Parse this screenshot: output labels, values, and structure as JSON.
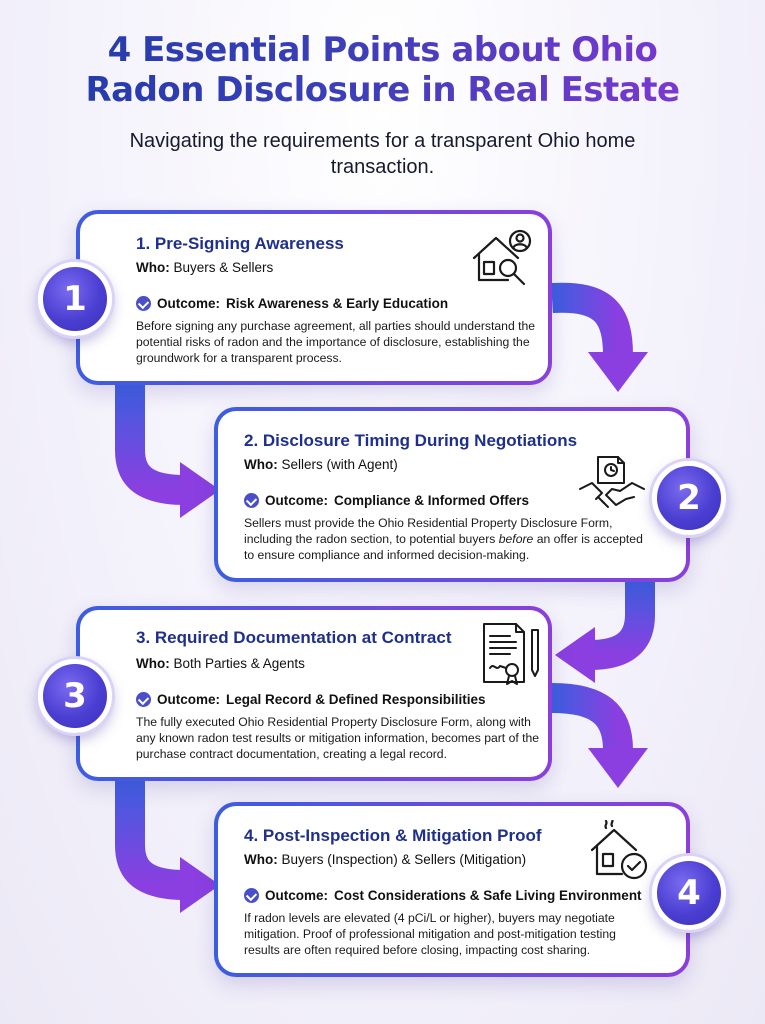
{
  "header": {
    "title_line1": "4 Essential Points about Ohio",
    "title_line2": "Radon Disclosure in Real Estate",
    "subtitle": "Navigating the requirements for a transparent Ohio home transaction."
  },
  "who_prefix": "Who:",
  "outcome_prefix": "Outcome:",
  "steps": [
    {
      "number": "1",
      "title": "1. Pre-Signing Awareness",
      "who": "Buyers & Sellers",
      "outcome": "Risk Awareness & Early Education",
      "description": "Before signing any purchase agreement, all parties should understand the potential risks of radon and the importance of disclosure, establishing the groundwork for a transparent process.",
      "icon": "house-search-icon"
    },
    {
      "number": "2",
      "title": "2. Disclosure Timing During Negotiations",
      "who": "Sellers (with Agent)",
      "outcome": "Compliance & Informed Offers",
      "description_before": "Sellers must provide the Ohio Residential Property Disclosure Form, including the radon section, to potential buyers ",
      "description_em": "before",
      "description_after": " an offer is accepted to ensure compliance and informed decision-making.",
      "icon": "handshake-document-icon"
    },
    {
      "number": "3",
      "title": "3. Required Documentation at Contract",
      "who": "Both Parties & Agents",
      "outcome": "Legal Record & Defined Responsibilities",
      "description": "The fully executed Ohio Residential Property Disclosure Form, along with any known radon test results or mitigation information, becomes part of the purchase contract documentation, creating a legal record.",
      "icon": "contract-document-icon"
    },
    {
      "number": "4",
      "title": "4. Post-Inspection & Mitigation Proof",
      "who": "Buyers (Inspection) & Sellers (Mitigation)",
      "outcome": "Cost Considerations & Safe Living Environment",
      "description": "If radon levels are elevated (4 pCi/L or higher), buyers may negotiate mitigation. Proof of professional mitigation and post-mitigation testing results are often required before closing, impacting cost sharing.",
      "icon": "house-badge-icon"
    }
  ],
  "colors": {
    "accent_blue": "#1e2f8e",
    "accent_purple": "#8a3fdc",
    "badge": "#4b3fd2"
  }
}
